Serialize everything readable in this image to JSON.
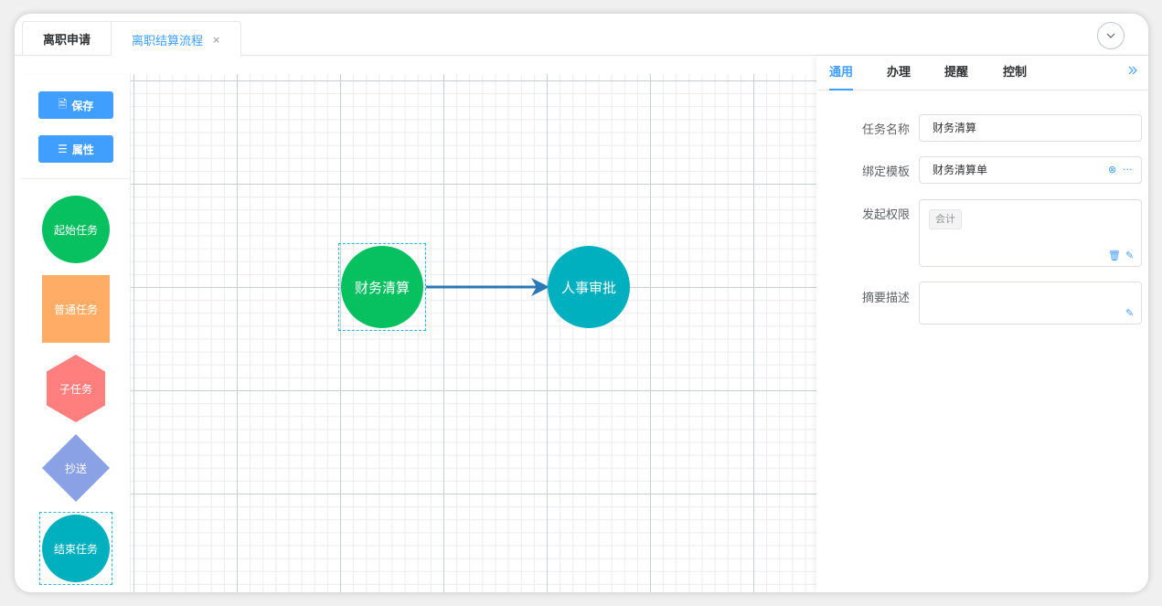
{
  "tabs": [
    {
      "label": "离职申请"
    },
    {
      "label": "离职结算流程",
      "close": "×"
    }
  ],
  "toolbar": {
    "save_label": "保存",
    "props_label": "属性"
  },
  "palette": [
    {
      "label": "起始任务",
      "color": "#07c160"
    },
    {
      "label": "普通任务",
      "color": "#ffad66"
    },
    {
      "label": "子任务",
      "color": "#ff7f7f"
    },
    {
      "label": "抄送",
      "color": "#8aa1e6"
    },
    {
      "label": "结束任务",
      "color": "#00b0bf"
    }
  ],
  "canvas": {
    "nodes": [
      {
        "label": "财务清算",
        "color": "#07c160"
      },
      {
        "label": "人事审批",
        "color": "#00b0bf"
      }
    ],
    "edge_color": "#2b78b5"
  },
  "panel": {
    "tabs": [
      "通用",
      "办理",
      "提醒",
      "控制"
    ],
    "fields": {
      "task_name": {
        "label": "任务名称",
        "value": "财务清算"
      },
      "template": {
        "label": "绑定模板",
        "value": "财务清算单"
      },
      "permission": {
        "label": "发起权限",
        "tag": "会计"
      },
      "summary": {
        "label": "摘要描述",
        "value": ""
      }
    }
  },
  "icons": {
    "collapse": "chevron-down-icon",
    "expand": "double-chevron-right-icon"
  }
}
